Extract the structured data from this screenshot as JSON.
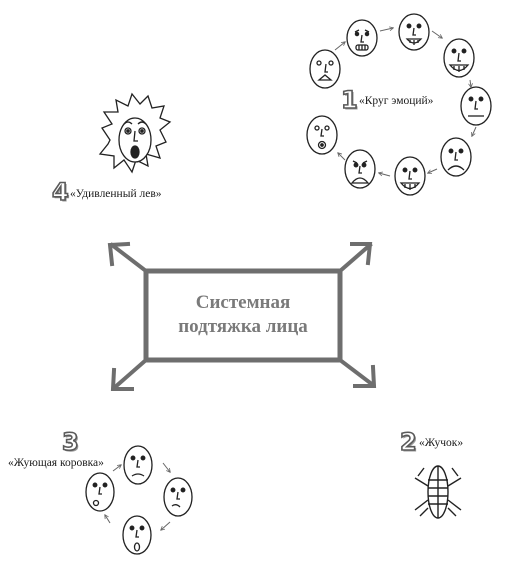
{
  "center": {
    "line1": "Системная",
    "line2": "подтяжка лица"
  },
  "sections": [
    {
      "number": "1",
      "label": "«Круг эмоций»"
    },
    {
      "number": "2",
      "label": "«Жучок»"
    },
    {
      "number": "3",
      "label": "«Жующая коровка»"
    },
    {
      "number": "4",
      "label": "«Удивленный лев»"
    }
  ],
  "colors": {
    "box_border": "#6e6e6e",
    "arrow": "#6e6e6e",
    "title": "#7a7a7a",
    "line": "#222222"
  }
}
